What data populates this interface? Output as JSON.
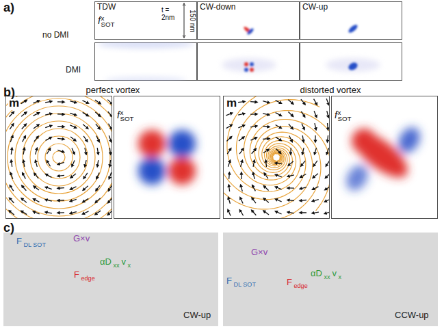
{
  "diagram": {
    "nodes": [
      {
        "text": [
          "TDW",
          "t = 2nm",
          "150 nm",
          "f",
          "x",
          "SOT"
        ]
      },
      {
        "text": [
          "CW-down"
        ]
      },
      {
        "text": [
          "CW-up"
        ]
      },
      {
        "text": [
          "m"
        ]
      },
      {
        "text": [
          "f",
          "x",
          "SOT"
        ]
      },
      {
        "text": [
          "m"
        ]
      },
      {
        "text": [
          "f",
          "x",
          "SOT"
        ]
      },
      {
        "text": [
          "F",
          "DL SOT",
          "G×v",
          "αD",
          "xx",
          "v",
          "x",
          "F",
          "edge",
          "CW-up"
        ]
      },
      {
        "text": [
          "F",
          "DL SOT",
          "G×v",
          "αD",
          "xx",
          "v",
          "x",
          "F",
          "edge",
          "CCW-up"
        ]
      }
    ],
    "labels": [
      "a)",
      "no DMI",
      "DMI",
      "b)",
      "perfect vortex",
      "distorted vortex",
      "c)"
    ]
  }
}
